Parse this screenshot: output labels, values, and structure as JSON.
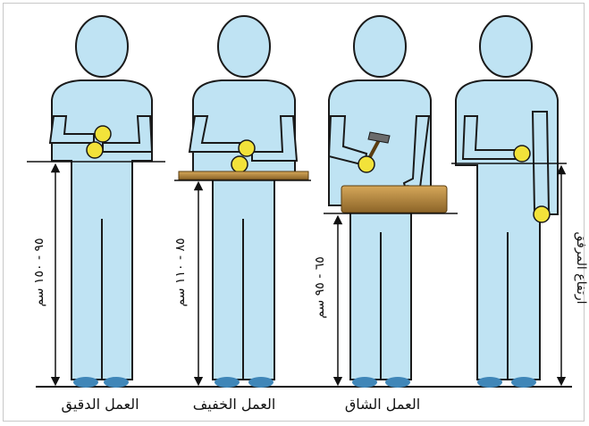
{
  "panels": [
    {
      "caption": "العمل الدقيق",
      "range_text": "٩٥ - ١٥٠ سم"
    },
    {
      "caption": "العمل الخفيف",
      "range_text": "٨٥ - ١١٠ سم"
    },
    {
      "caption": "العمل الشاق",
      "range_text": "٦٥ - ٩٥ سم"
    },
    {
      "caption": "",
      "range_text": "ارتفاع المرفق"
    }
  ],
  "colors": {
    "figure_fill": "#bfe3f3",
    "figure_stroke": "#1a1a1a",
    "hand": "#f2e23a",
    "foot": "#3f86b8",
    "wood": "#b58a3c",
    "wood_dark": "#7a5a22"
  }
}
